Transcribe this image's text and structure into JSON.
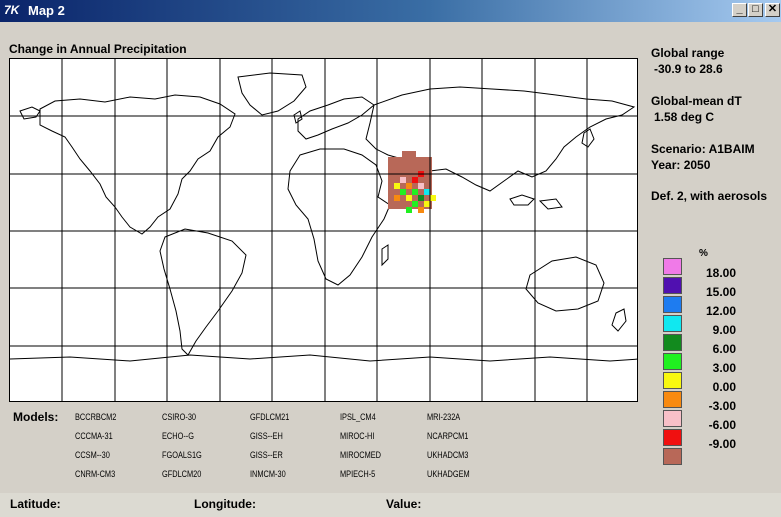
{
  "window": {
    "app_icon": "7K",
    "title": "Map 2",
    "minimize_label": "_",
    "maximize_label": "□",
    "close_label": "✕"
  },
  "map": {
    "title": "Change in Annual Precipitation"
  },
  "info": {
    "global_range_label": "Global range",
    "global_range_value": "-30.9 to 28.6",
    "global_mean_label": "Global-mean dT",
    "global_mean_value": "1.58 deg C",
    "scenario": "Scenario: A1BAIM",
    "year": "Year: 2050",
    "definition": "Def. 2, with aerosols"
  },
  "legend": {
    "unit": "%",
    "colors": [
      "#f07ae8",
      "#5010b0",
      "#1e7cf0",
      "#10e8f0",
      "#128a1e",
      "#20f020",
      "#f8f810",
      "#f88a10",
      "#f8c0c8",
      "#f01010",
      "#b86858"
    ],
    "labels": [
      "18.00",
      "15.00",
      "12.00",
      "9.00",
      "6.00",
      "3.00",
      "0.00",
      "-3.00",
      "-6.00",
      "-9.00"
    ]
  },
  "models": {
    "label": "Models:",
    "columns": [
      [
        "BCCRBCM2",
        "CCCMA-31",
        "CCSM--30",
        "CNRM-CM3"
      ],
      [
        "CSIRO-30",
        "ECHO--G",
        "FGOALS1G",
        "GFDLCM20"
      ],
      [
        "GFDLCM21",
        "GISS--EH",
        "GISS--ER",
        "INMCM-30"
      ],
      [
        "IPSL_CM4",
        "MIROC-HI",
        "MIROCMED",
        "MPIECH-5"
      ],
      [
        "MRI-232A",
        "NCARPCM1",
        "UKHADCM3",
        "UKHADGEM"
      ]
    ]
  },
  "status": {
    "latitude_label": "Latitude:",
    "longitude_label": "Longitude:",
    "value_label": "Value:"
  }
}
